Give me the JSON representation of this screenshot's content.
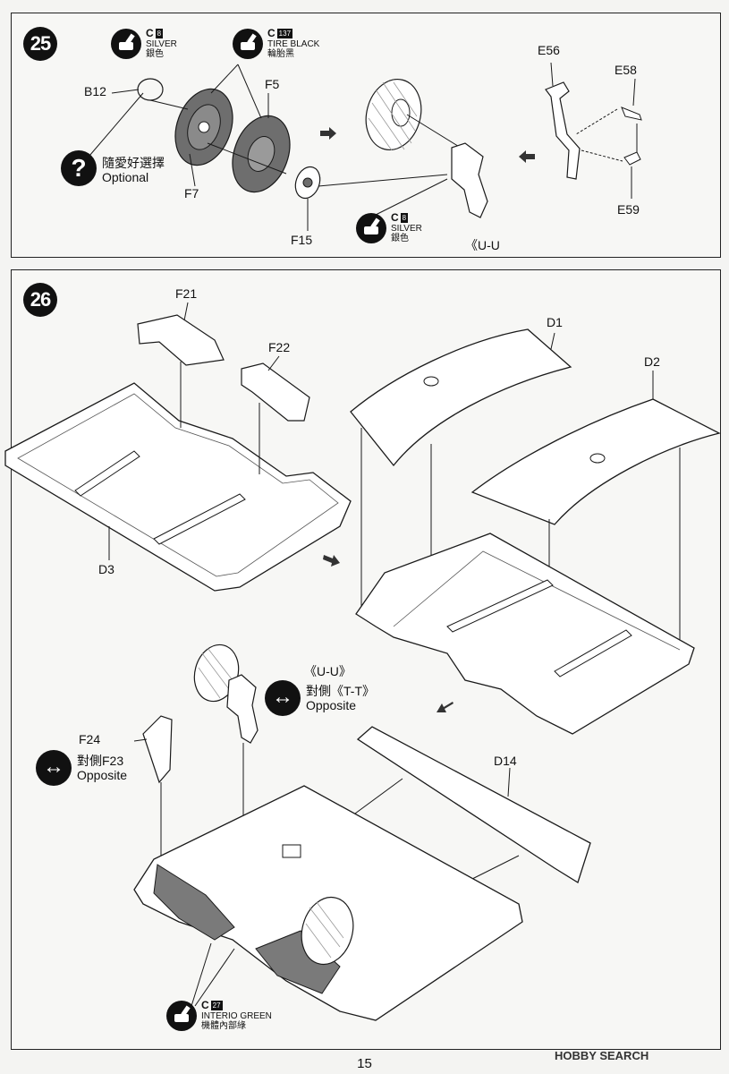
{
  "step25": {
    "number": "25",
    "labels": {
      "b12": "B12",
      "f5": "F5",
      "f7": "F7",
      "f15": "F15",
      "e56": "E56",
      "e58": "E58",
      "e59": "E59",
      "uu": "《U-U"
    },
    "optional": {
      "zh": "隨愛好選擇",
      "en": "Optional"
    },
    "paints": [
      {
        "code": "C",
        "num": "8",
        "en": "SILVER",
        "zh": "銀色"
      },
      {
        "code": "C",
        "num": "137",
        "en": "TIRE BLACK",
        "zh": "輪胎黑"
      },
      {
        "code": "C",
        "num": "8",
        "en": "SILVER",
        "zh": "銀色"
      }
    ]
  },
  "step26": {
    "number": "26",
    "labels": {
      "f21": "F21",
      "f22": "F22",
      "d1": "D1",
      "d2": "D2",
      "d3": "D3",
      "d14": "D14",
      "f24": "F24"
    },
    "uu_callout": {
      "title": "《U-U》",
      "zh": "對側《T-T》",
      "en": "Opposite"
    },
    "f24_callout": {
      "zh": "對側F23",
      "en": "Opposite"
    },
    "paint": {
      "code": "C",
      "num": "27",
      "en": "INTERIO GREEN",
      "zh": "機體內部綠"
    }
  },
  "page_number": "15",
  "watermark": "HOBBY SEARCH",
  "colors": {
    "line": "#1a1a1a",
    "tire": "#6e6e6e",
    "fill": "#ffffff",
    "paper": "#f4f4f2"
  }
}
